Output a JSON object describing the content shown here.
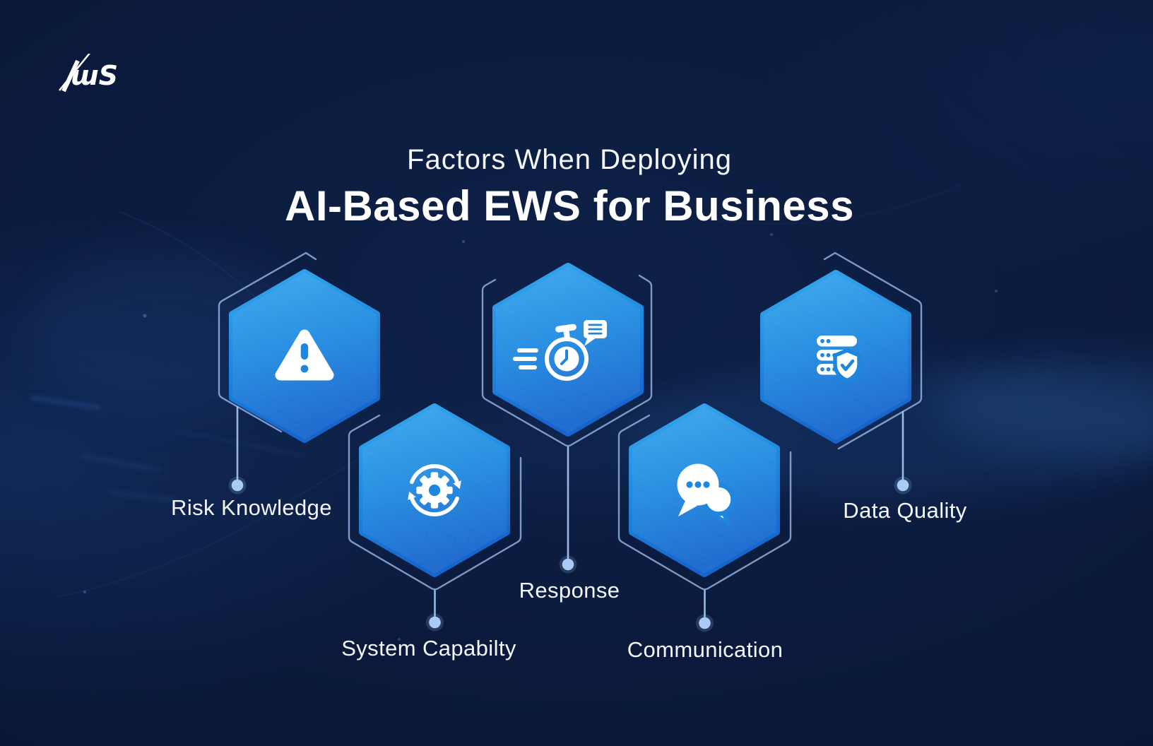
{
  "brand": {
    "logo_text": "ɯS"
  },
  "title": {
    "eyebrow": "Factors When Deploying",
    "heading": "AI-Based EWS for Business"
  },
  "factors": [
    {
      "id": "risk-knowledge",
      "label": "Risk Knowledge",
      "icon": "warning-triangle-icon"
    },
    {
      "id": "system-capability",
      "label": "System Capabilty",
      "icon": "gear-sync-icon"
    },
    {
      "id": "response",
      "label": "Response",
      "icon": "stopwatch-message-icon"
    },
    {
      "id": "communication",
      "label": "Communication",
      "icon": "chat-bubbles-icon"
    },
    {
      "id": "data-quality",
      "label": "Data Quality",
      "icon": "database-shield-icon"
    }
  ],
  "colors": {
    "background": "#0a1836",
    "hexagon_top": "#37a7ee",
    "hexagon_bottom": "#1565cd",
    "outline_line": "#9dbdec",
    "connector_dot": "#a9cbf7",
    "icon": "#ffffff",
    "icon_cutout": "#1e86dd",
    "text": "#f3f7fd"
  }
}
